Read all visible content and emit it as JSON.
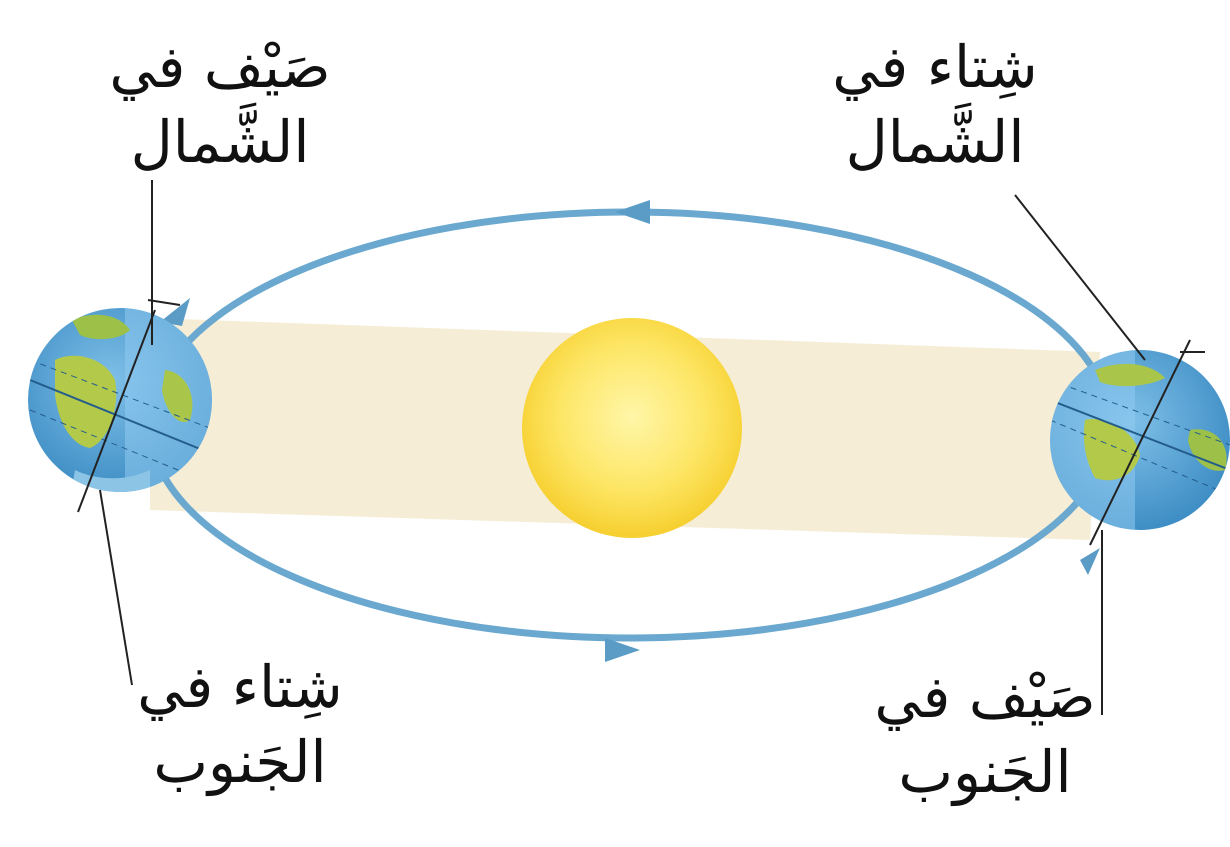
{
  "labels": {
    "top_left": {
      "line1": "صَيْف في",
      "line2": "الشَّمال"
    },
    "top_right": {
      "line1": "شِتاء في",
      "line2": "الشَّمال"
    },
    "bottom_left": {
      "line1": "شِتاء في",
      "line2": "الجَنوب"
    },
    "bottom_right": {
      "line1": "صَيْف في",
      "line2": "الجَنوب"
    }
  },
  "colors": {
    "orbit": "#6aa8cf",
    "sunlight_band": "#f3ecd2",
    "sun": "#fde36a",
    "ocean": "#4e9bd0",
    "land": "#a9c64b"
  }
}
